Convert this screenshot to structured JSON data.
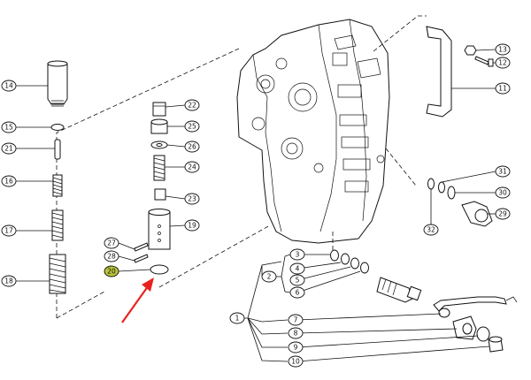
{
  "diagram": {
    "colors": {
      "line": "#111111",
      "highlight": "#b9c43a",
      "arrow": "#e8231f",
      "background": "#ffffff"
    },
    "highlighted_callout": "20",
    "callouts": [
      {
        "id": "c1",
        "label": "1"
      },
      {
        "id": "c2",
        "label": "2"
      },
      {
        "id": "c3",
        "label": "3"
      },
      {
        "id": "c4",
        "label": "4"
      },
      {
        "id": "c5",
        "label": "5"
      },
      {
        "id": "c6",
        "label": "6"
      },
      {
        "id": "c7",
        "label": "7"
      },
      {
        "id": "c8",
        "label": "8"
      },
      {
        "id": "c9",
        "label": "9"
      },
      {
        "id": "c10",
        "label": "10"
      },
      {
        "id": "c11",
        "label": "11"
      },
      {
        "id": "c12",
        "label": "12"
      },
      {
        "id": "c13",
        "label": "13"
      },
      {
        "id": "c14",
        "label": "14"
      },
      {
        "id": "c15",
        "label": "15"
      },
      {
        "id": "c16",
        "label": "16"
      },
      {
        "id": "c17",
        "label": "17"
      },
      {
        "id": "c18",
        "label": "18"
      },
      {
        "id": "c19",
        "label": "19"
      },
      {
        "id": "c20",
        "label": "20"
      },
      {
        "id": "c21",
        "label": "21"
      },
      {
        "id": "c22",
        "label": "22"
      },
      {
        "id": "c23",
        "label": "23"
      },
      {
        "id": "c24",
        "label": "24"
      },
      {
        "id": "c25",
        "label": "25"
      },
      {
        "id": "c26",
        "label": "26"
      },
      {
        "id": "c27",
        "label": "27"
      },
      {
        "id": "c28",
        "label": "28"
      },
      {
        "id": "c29",
        "label": "29"
      },
      {
        "id": "c30",
        "label": "30"
      },
      {
        "id": "c31",
        "label": "31"
      },
      {
        "id": "c32",
        "label": "32"
      }
    ]
  }
}
